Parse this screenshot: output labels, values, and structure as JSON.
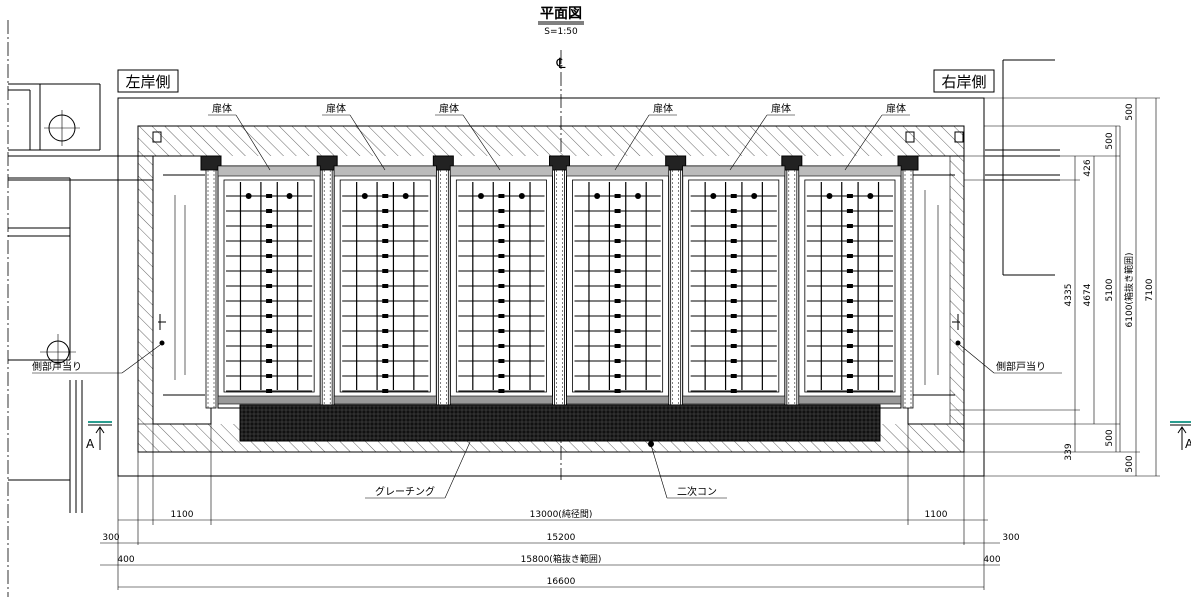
{
  "title": {
    "main": "平面図",
    "scale": "S=1:50"
  },
  "centerline_mark": "℄",
  "sides": {
    "left": "左岸側",
    "right": "右岸側"
  },
  "gate_labels": [
    "扉体",
    "扉体",
    "扉体",
    "扉体",
    "扉体",
    "扉体"
  ],
  "side_stops": {
    "left": "側部戸当り",
    "right": "側部戸当り"
  },
  "bottom_labels": {
    "grating": "グレーチング",
    "secondary_concrete": "二次コン"
  },
  "section_marks": {
    "left": "A",
    "right": "A"
  },
  "horizontal_dims": {
    "row1": {
      "left": "1100",
      "center": "13000(純径間)",
      "right": "1100"
    },
    "row2": {
      "left": "300",
      "center": "15200",
      "right": "300"
    },
    "row3": {
      "left": "400",
      "center": "15800(箱抜き範囲)",
      "right": "400"
    },
    "row4": {
      "center": "16600"
    }
  },
  "vertical_dims": {
    "top_500a": "500",
    "top_500b": "500",
    "v426": "426",
    "v4335": "4335",
    "v4674": "4674",
    "v5100": "5100",
    "v6100": "6100(箱抜き範囲)",
    "v7100": "7100",
    "v339": "339",
    "bottom_500a": "500",
    "bottom_500b": "500"
  }
}
